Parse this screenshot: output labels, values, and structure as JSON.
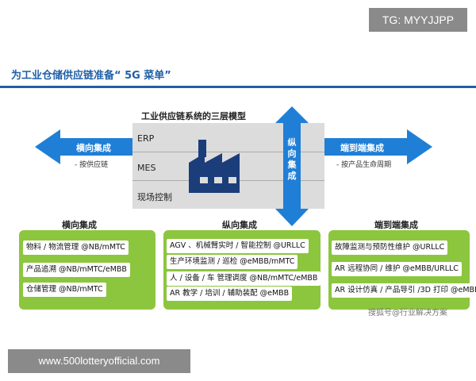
{
  "overlay": {
    "tg": "TG: MYYJJPP",
    "site": "www.500lotteryofficial.com",
    "source": "搜狐号@行业解决方案"
  },
  "title": "为工业仓储供应链准备“ 5G 菜单”",
  "model": {
    "title": "工业供应链系统的三层模型",
    "layers": [
      "ERP",
      "MES",
      "现场控制"
    ]
  },
  "left_arrow": {
    "label": "横向集成",
    "sub": "- 按供应链"
  },
  "right_arrow": {
    "label": "端到端集成",
    "sub": "- 按产品生命周期"
  },
  "vertical_arrow": {
    "label": "纵向集成"
  },
  "columns": [
    {
      "title": "横向集成",
      "items": [
        "物料 / 物流管理 @NB/mMTC",
        "产品追溯 @NB/mMTC/eMBB",
        "仓储管理 @NB/mMTC"
      ]
    },
    {
      "title": "纵向集成",
      "items": [
        "AGV 、机械臂实时 / 智能控制 @URLLC",
        "生产环境监测 / 巡检 @eMBB/mMTC",
        "人 / 设备 / 车 管理调度 @NB/mMTC/eMBB",
        "AR 教学 / 培训 / 辅助装配 @eMBB"
      ]
    },
    {
      "title": "端到端集成",
      "items": [
        "故障监测与预防性维护 @URLLC",
        "AR 远程协同 / 维护 @eMBB/URLLC",
        "AR 设计仿真 / 产品导引 /3D 打印 @eMBB"
      ]
    }
  ],
  "colors": {
    "arrow_blue": "#1f7fd6",
    "title_blue": "#1f5fa8",
    "box_green": "#8cc63f",
    "factory_navy": "#1b3d7a",
    "layer_gray": "#dcdcdc"
  },
  "icons": [
    "factory-icon"
  ]
}
